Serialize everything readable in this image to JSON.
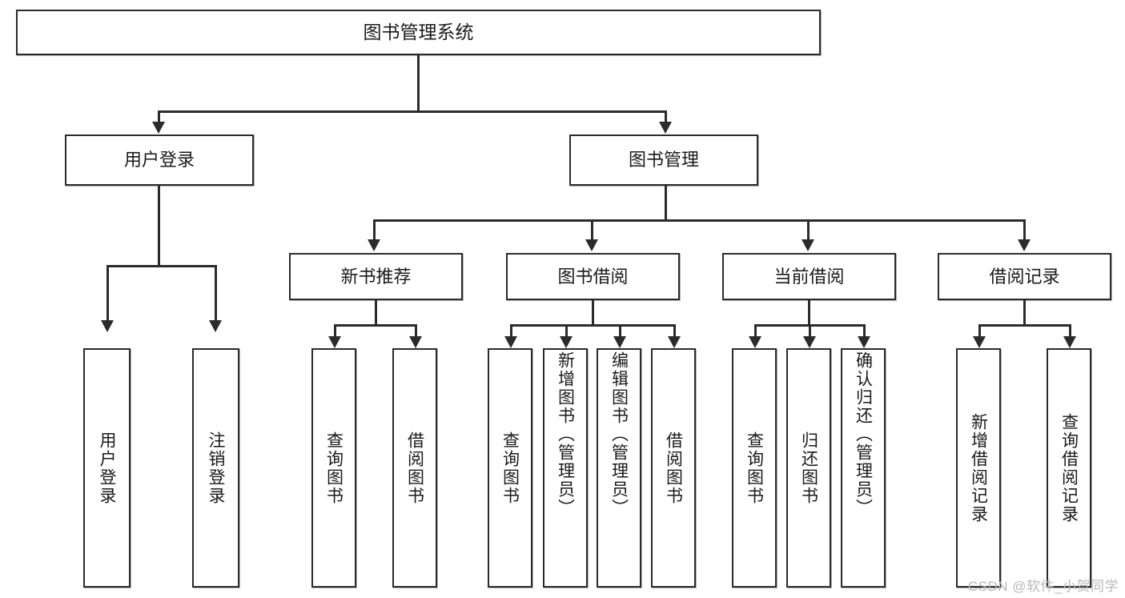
{
  "diagram": {
    "title": "图书管理系统",
    "root": {
      "label": "图书管理系统"
    },
    "level2": [
      {
        "label": "用户登录"
      },
      {
        "label": "图书管理"
      }
    ],
    "level3": [
      {
        "label": "新书推荐"
      },
      {
        "label": "图书借阅"
      },
      {
        "label": "当前借阅"
      },
      {
        "label": "借阅记录"
      }
    ],
    "leaves": {
      "user_login": [
        {
          "label": "用户登录"
        },
        {
          "label": "注销登录"
        }
      ],
      "new_book": [
        {
          "label": "查询图书"
        },
        {
          "label": "借阅图书"
        }
      ],
      "book_borrow": [
        {
          "label": "查询图书"
        },
        {
          "label": "新增图书（管理员）"
        },
        {
          "label": "编辑图书（管理员）"
        },
        {
          "label": "借阅图书"
        }
      ],
      "current_borrow": [
        {
          "label": "查询图书"
        },
        {
          "label": "归还图书"
        },
        {
          "label": "确认归还（管理员）"
        }
      ],
      "borrow_record": [
        {
          "label": "新增借阅记录"
        },
        {
          "label": "查询借阅记录"
        }
      ]
    }
  },
  "watermark": {
    "text": "CSDN @软件_小贺同学"
  },
  "colors": {
    "stroke": "#2b2b2b",
    "background": "#ffffff",
    "text": "#1a1a1a",
    "watermark": "#b9b9b9"
  }
}
